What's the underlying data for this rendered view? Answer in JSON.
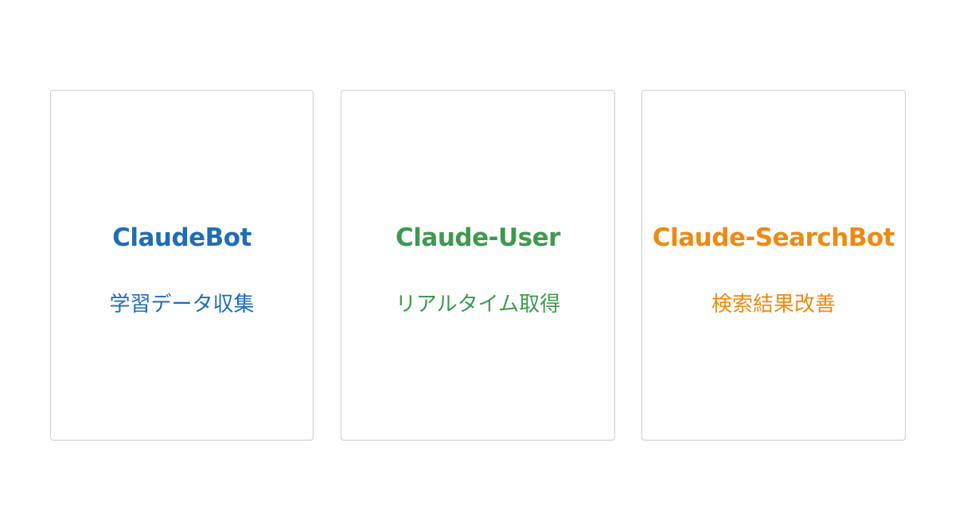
{
  "cards": [
    {
      "title": "ClaudeBot",
      "subtitle": "学習データ収集",
      "color": "#1f6db5"
    },
    {
      "title": "Claude-User",
      "subtitle": "リアルタイム取得",
      "color": "#3d9a4e"
    },
    {
      "title": "Claude-SearchBot",
      "subtitle": "検索結果改善",
      "color": "#ee8a12"
    }
  ]
}
